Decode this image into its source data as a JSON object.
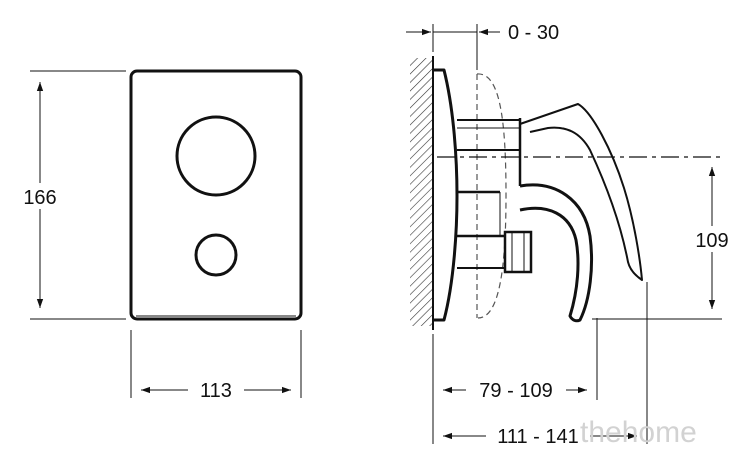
{
  "dimensions": {
    "height_front": "166",
    "width_front": "113",
    "wall_offset": "0 - 30",
    "handle_height": "109",
    "depth_short": "79 - 109",
    "depth_long": "111 - 141"
  },
  "watermark": "thehome",
  "colors": {
    "line": "#111111",
    "hidden_line": "#555555",
    "watermark": "#d2d2d2"
  }
}
